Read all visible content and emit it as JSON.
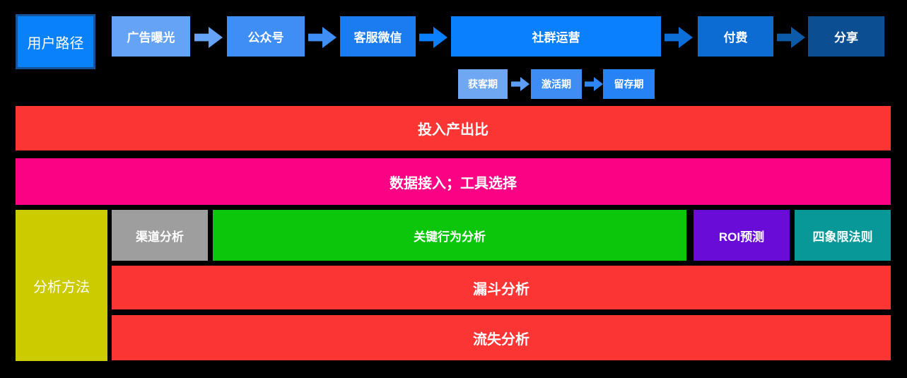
{
  "background": "#000000",
  "user_path": {
    "label": "用户路径",
    "fill": "#0881FA",
    "border": "#15549B"
  },
  "flow": {
    "steps": [
      {
        "label": "广告曝光",
        "color": "#64A3F5"
      },
      {
        "label": "公众号",
        "color": "#3E8EF6"
      },
      {
        "label": "客服微信",
        "color": "#1A7CF0"
      },
      {
        "label": "社群运营",
        "color": "#0A80FF"
      },
      {
        "label": "付费",
        "color": "#0C6CD2"
      },
      {
        "label": "分享",
        "color": "#0C4E92"
      }
    ],
    "arrow_colors": [
      "#64A3F5",
      "#3E8EF6",
      "#0A80FF",
      "#0C6FD8",
      "#0C5BAB"
    ]
  },
  "phases": {
    "steps": [
      {
        "label": "获客期",
        "color": "#6FA7F2"
      },
      {
        "label": "激活期",
        "color": "#3E8DF5"
      },
      {
        "label": "留存期",
        "color": "#2583F5"
      }
    ],
    "arrow_colors": [
      "#5E9DF5",
      "#2E86F5"
    ]
  },
  "banners": [
    {
      "label": "投入产出比",
      "color": "#FB3434"
    },
    {
      "label": "数据接入；工具选择",
      "color": "#FB0184"
    }
  ],
  "analysis": {
    "side": {
      "label": "分析方法",
      "color": "#CBCB00"
    },
    "method_row": [
      {
        "label": "渠道分析",
        "color": "#9E9E9E"
      },
      {
        "label": "关键行为分析",
        "color": "#0BC60B"
      },
      {
        "label": "ROI预测",
        "color": "#6A0CD8"
      },
      {
        "label": "四象限法则",
        "color": "#089898"
      }
    ],
    "full_rows": [
      {
        "label": "漏斗分析",
        "color": "#FB3434"
      },
      {
        "label": "流失分析",
        "color": "#FB3434"
      }
    ]
  }
}
